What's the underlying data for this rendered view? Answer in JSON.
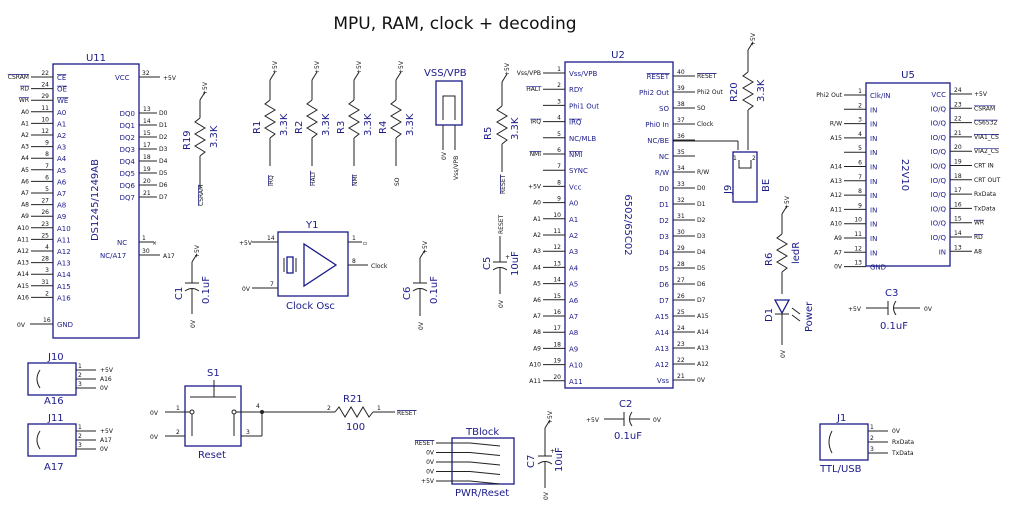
{
  "title": "MPU, RAM, clock + decoding",
  "u11": {
    "ref": "U11",
    "part": "DS1245/1249AB",
    "left_pins": [
      {
        "num": "22",
        "name": "CE",
        "net": "CSRAM"
      },
      {
        "num": "24",
        "name": "OE",
        "net": "RD"
      },
      {
        "num": "29",
        "name": "WE",
        "net": "WR"
      },
      {
        "num": "11",
        "name": "A0",
        "net": "A0"
      },
      {
        "num": "10",
        "name": "A1",
        "net": "A1"
      },
      {
        "num": "12",
        "name": "A2",
        "net": "A2"
      },
      {
        "num": "9",
        "name": "A3",
        "net": "A3"
      },
      {
        "num": "8",
        "name": "A4",
        "net": "A4"
      },
      {
        "num": "7",
        "name": "A5",
        "net": "A5"
      },
      {
        "num": "6",
        "name": "A6",
        "net": "A6"
      },
      {
        "num": "5",
        "name": "A7",
        "net": "A7"
      },
      {
        "num": "27",
        "name": "A8",
        "net": "A8"
      },
      {
        "num": "26",
        "name": "A9",
        "net": "A9"
      },
      {
        "num": "23",
        "name": "A10",
        "net": "A10"
      },
      {
        "num": "25",
        "name": "A11",
        "net": "A11"
      },
      {
        "num": "4",
        "name": "A12",
        "net": "A12"
      },
      {
        "num": "28",
        "name": "A13",
        "net": "A13"
      },
      {
        "num": "3",
        "name": "A14",
        "net": "A14"
      },
      {
        "num": "31",
        "name": "A15",
        "net": "A15"
      },
      {
        "num": "2",
        "name": "A16",
        "net": "A16"
      }
    ],
    "gnd": {
      "num": "16",
      "name": "GND",
      "net": "0V"
    },
    "vcc": {
      "num": "32",
      "name": "VCC",
      "net": "+5V"
    },
    "right_pins": [
      {
        "num": "13",
        "name": "DQ0",
        "net": "D0"
      },
      {
        "num": "14",
        "name": "DQ1",
        "net": "D1"
      },
      {
        "num": "15",
        "name": "DQ2",
        "net": "D2"
      },
      {
        "num": "17",
        "name": "DQ3",
        "net": "D3"
      },
      {
        "num": "18",
        "name": "DQ4",
        "net": "D4"
      },
      {
        "num": "19",
        "name": "DQ5",
        "net": "D5"
      },
      {
        "num": "20",
        "name": "DQ6",
        "net": "D6"
      },
      {
        "num": "21",
        "name": "DQ7",
        "net": "D7"
      }
    ],
    "nc": {
      "num": "1",
      "name": "NC"
    },
    "nca17": {
      "num": "30",
      "name": "NC/A17",
      "net": "A17"
    }
  },
  "r19": {
    "ref": "R19",
    "value": "3.3K",
    "top": "+5V",
    "bottom": "CSRAM"
  },
  "pullups": [
    {
      "ref": "R1",
      "value": "3.3K",
      "net": "IRQ"
    },
    {
      "ref": "R2",
      "value": "3.3K",
      "net": "HALT"
    },
    {
      "ref": "R3",
      "value": "3.3K",
      "net": "NMI"
    },
    {
      "ref": "R4",
      "value": "3.3K",
      "net": "SO"
    }
  ],
  "pullup_supply": "+5V",
  "vss": {
    "label": "VSS/VPB",
    "bottom_left": "0V",
    "bottom_right": "Vss/VPB"
  },
  "r5": {
    "ref": "R5",
    "value": "3.3K",
    "net": "RESET",
    "top": "+5V"
  },
  "y1": {
    "ref": "Y1",
    "label": "Clock Osc",
    "vcc": "+5V",
    "gnd": "0V",
    "out": "Clock",
    "pins": [
      "14",
      "7",
      "8",
      "1"
    ]
  },
  "c1": {
    "ref": "C1",
    "value": "0.1uF",
    "top": "+5V",
    "bottom": "0V"
  },
  "c6": {
    "ref": "C6",
    "value": "0.1uF",
    "top": "+5V",
    "bottom": "0V"
  },
  "c5": {
    "ref": "C5",
    "value": "10uF",
    "top": "RESET",
    "bottom": "0V",
    "plus": "+"
  },
  "u2": {
    "ref": "U2",
    "part": "6502/65C02",
    "left_pins": [
      {
        "num": "1",
        "name": "Vss/VPB",
        "net": "Vss/VPB"
      },
      {
        "num": "2",
        "name": "RDY",
        "net": "HALT"
      },
      {
        "num": "3",
        "name": "Phi1 Out",
        "net": ""
      },
      {
        "num": "4",
        "name": "IRQ",
        "net": "IRQ"
      },
      {
        "num": "5",
        "name": "NC/MLB",
        "net": ""
      },
      {
        "num": "6",
        "name": "NMI",
        "net": "NMI"
      },
      {
        "num": "7",
        "name": "SYNC",
        "net": ""
      },
      {
        "num": "8",
        "name": "Vcc",
        "net": "+5V"
      },
      {
        "num": "9",
        "name": "A0",
        "net": "A0"
      },
      {
        "num": "10",
        "name": "A1",
        "net": "A1"
      },
      {
        "num": "11",
        "name": "A2",
        "net": "A2"
      },
      {
        "num": "12",
        "name": "A3",
        "net": "A3"
      },
      {
        "num": "13",
        "name": "A4",
        "net": "A4"
      },
      {
        "num": "14",
        "name": "A5",
        "net": "A5"
      },
      {
        "num": "15",
        "name": "A6",
        "net": "A6"
      },
      {
        "num": "16",
        "name": "A7",
        "net": "A7"
      },
      {
        "num": "17",
        "name": "A8",
        "net": "A8"
      },
      {
        "num": "18",
        "name": "A9",
        "net": "A9"
      },
      {
        "num": "19",
        "name": "A10",
        "net": "A10"
      },
      {
        "num": "20",
        "name": "A11",
        "net": "A11"
      }
    ],
    "right_pins": [
      {
        "num": "40",
        "name": "RESET",
        "net": "RESET"
      },
      {
        "num": "39",
        "name": "Phi2 Out",
        "net": "Phi2 Out"
      },
      {
        "num": "38",
        "name": "SO",
        "net": "SO"
      },
      {
        "num": "37",
        "name": "Phi0 In",
        "net": "Clock"
      },
      {
        "num": "36",
        "name": "NC/BE",
        "net": ""
      },
      {
        "num": "35",
        "name": "NC",
        "net": ""
      },
      {
        "num": "34",
        "name": "R/W",
        "net": "R/W"
      },
      {
        "num": "33",
        "name": "D0",
        "net": "D0"
      },
      {
        "num": "32",
        "name": "D1",
        "net": "D1"
      },
      {
        "num": "31",
        "name": "D2",
        "net": "D2"
      },
      {
        "num": "30",
        "name": "D3",
        "net": "D3"
      },
      {
        "num": "29",
        "name": "D4",
        "net": "D4"
      },
      {
        "num": "28",
        "name": "D5",
        "net": "D5"
      },
      {
        "num": "27",
        "name": "D6",
        "net": "D6"
      },
      {
        "num": "26",
        "name": "D7",
        "net": "D7"
      },
      {
        "num": "25",
        "name": "A15",
        "net": "A15"
      },
      {
        "num": "24",
        "name": "A14",
        "net": "A14"
      },
      {
        "num": "23",
        "name": "A13",
        "net": "A13"
      },
      {
        "num": "22",
        "name": "A12",
        "net": "A12"
      },
      {
        "num": "21",
        "name": "Vss",
        "net": "0V"
      }
    ]
  },
  "r20": {
    "ref": "R20",
    "value": "3.3K",
    "top": "+5V"
  },
  "j9": {
    "ref": "J9",
    "label": "BE",
    "pins": [
      "1",
      "2"
    ]
  },
  "c2": {
    "ref": "C2",
    "value": "0.1uF",
    "left": "+5V",
    "right": "0V"
  },
  "u5": {
    "ref": "U5",
    "part": "22V10",
    "left_pins": [
      {
        "num": "1",
        "name": "Clk/IN",
        "net": "Phi2 Out"
      },
      {
        "num": "2",
        "name": "IN",
        "net": ""
      },
      {
        "num": "3",
        "name": "IN",
        "net": "R/W"
      },
      {
        "num": "4",
        "name": "IN",
        "net": "A15"
      },
      {
        "num": "5",
        "name": "IN",
        "net": ""
      },
      {
        "num": "6",
        "name": "IN",
        "net": "A14"
      },
      {
        "num": "7",
        "name": "IN",
        "net": "A13"
      },
      {
        "num": "8",
        "name": "IN",
        "net": "A12"
      },
      {
        "num": "9",
        "name": "IN",
        "net": "A11"
      },
      {
        "num": "10",
        "name": "IN",
        "net": "A10"
      },
      {
        "num": "11",
        "name": "IN",
        "net": "A9"
      },
      {
        "num": "12",
        "name": "IN",
        "net": "A7"
      },
      {
        "num": "13",
        "name": "GND",
        "net": "0V"
      }
    ],
    "right_pins": [
      {
        "num": "24",
        "name": "VCC",
        "net": "+5V"
      },
      {
        "num": "23",
        "name": "IO/Q",
        "net": "CSRAM"
      },
      {
        "num": "22",
        "name": "IO/Q",
        "net": "CS6532"
      },
      {
        "num": "21",
        "name": "IO/Q",
        "net": "VIA1_CS"
      },
      {
        "num": "20",
        "name": "IO/Q",
        "net": "VIA2_CS"
      },
      {
        "num": "19",
        "name": "IO/Q",
        "net": "CRT IN"
      },
      {
        "num": "18",
        "name": "IO/Q",
        "net": "CRT OUT"
      },
      {
        "num": "17",
        "name": "IO/Q",
        "net": "RxData"
      },
      {
        "num": "16",
        "name": "IO/Q",
        "net": "TxData"
      },
      {
        "num": "15",
        "name": "IO/Q",
        "net": "WR"
      },
      {
        "num": "14",
        "name": "IO/Q",
        "net": "RD"
      },
      {
        "num": "13",
        "name": "IN",
        "net": "A8"
      }
    ]
  },
  "r6": {
    "ref": "R6",
    "value": "ledR",
    "top": "+5V"
  },
  "d1": {
    "ref": "D1",
    "label": "Power",
    "bottom": "0V"
  },
  "c3": {
    "ref": "C3",
    "value": "0.1uF",
    "left": "+5V",
    "right": "0V"
  },
  "j10": {
    "ref": "J10",
    "label": "A16",
    "pins": [
      {
        "num": "1",
        "net": "+5V"
      },
      {
        "num": "2",
        "net": "A16"
      },
      {
        "num": "3",
        "net": "0V"
      }
    ]
  },
  "j11": {
    "ref": "J11",
    "label": "A17",
    "pins": [
      {
        "num": "1",
        "net": "+5V"
      },
      {
        "num": "2",
        "net": "A17"
      },
      {
        "num": "3",
        "net": "0V"
      }
    ]
  },
  "s1": {
    "ref": "S1",
    "label": "Reset",
    "left_nets": [
      "0V",
      "0V"
    ],
    "pins": [
      "1",
      "2",
      "3",
      "4"
    ]
  },
  "r21": {
    "ref": "R21",
    "value": "100",
    "net": "RESET",
    "pins": [
      "2",
      "1"
    ]
  },
  "tblock": {
    "ref": "TBlock",
    "label": "PWR/Reset",
    "nets": [
      "RESET",
      "0V",
      "0V",
      "0V",
      "+5V"
    ]
  },
  "c7": {
    "ref": "C7",
    "value": "10uF",
    "top": "+5V",
    "bottom": "0V",
    "plus": "+"
  },
  "j1": {
    "ref": "J1",
    "label": "TTL/USB",
    "pins": [
      {
        "num": "1",
        "net": "0V"
      },
      {
        "num": "2",
        "net": "RxData"
      },
      {
        "num": "3",
        "net": "TxData"
      }
    ]
  }
}
